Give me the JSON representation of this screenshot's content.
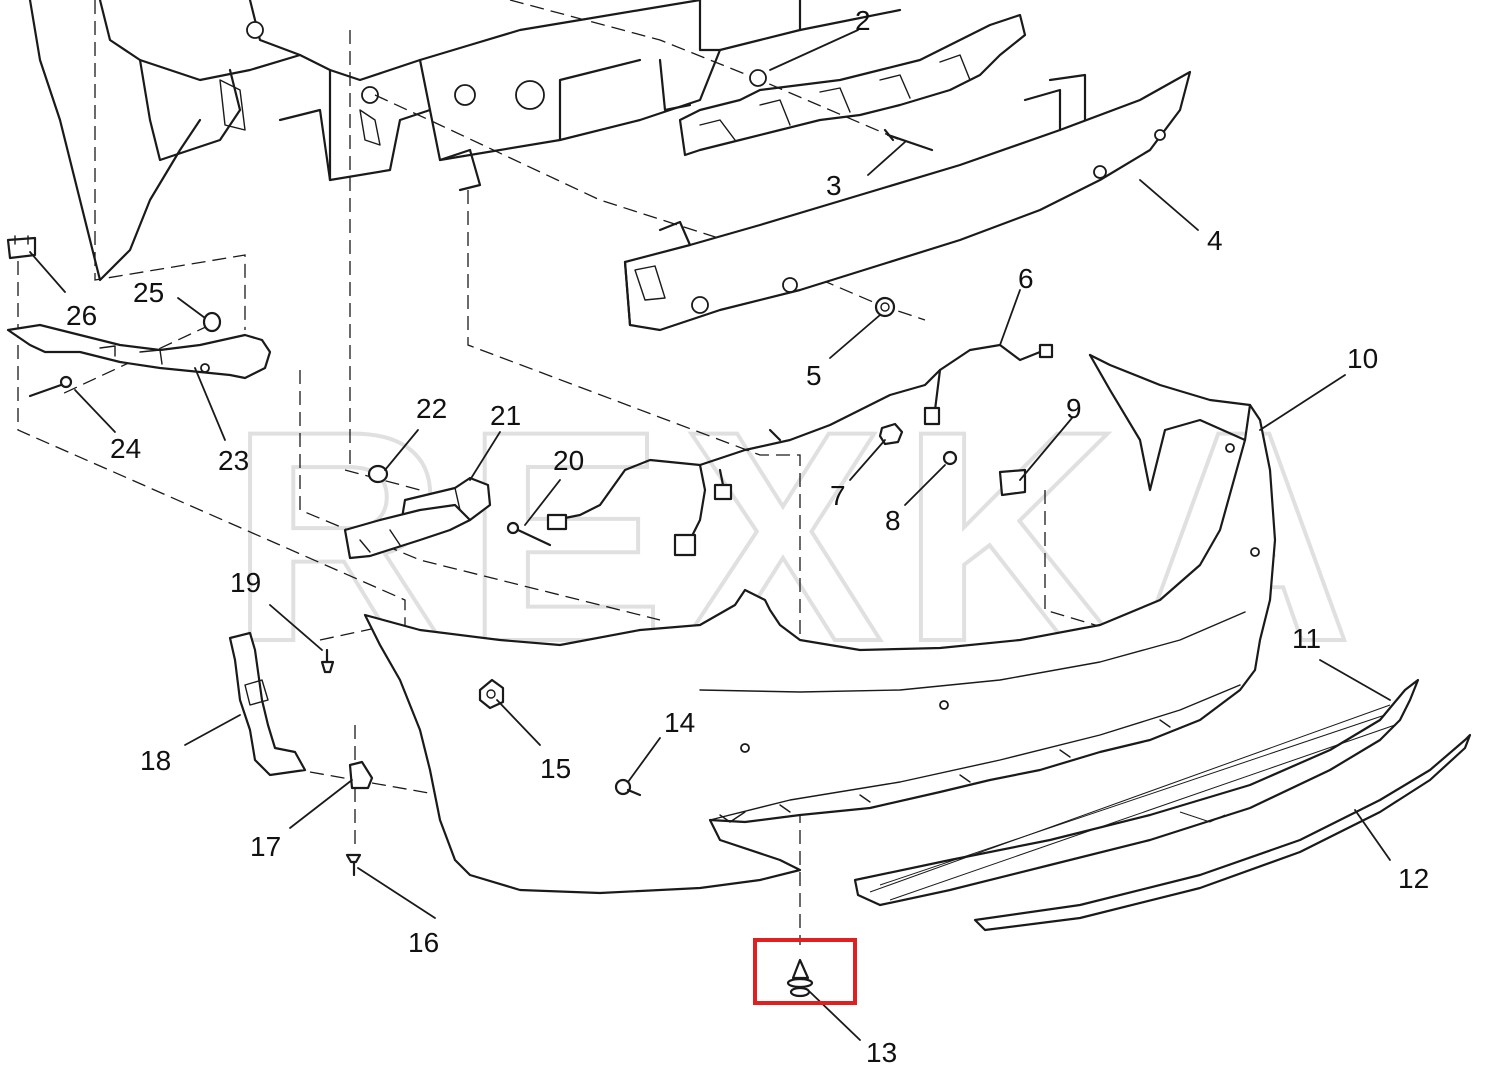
{
  "watermark": "REXKA",
  "highlight_color": "#e02020",
  "callouts": [
    {
      "id": "2",
      "text": "2"
    },
    {
      "id": "3",
      "text": "3"
    },
    {
      "id": "4",
      "text": "4"
    },
    {
      "id": "5",
      "text": "5"
    },
    {
      "id": "6",
      "text": "6"
    },
    {
      "id": "7",
      "text": "7"
    },
    {
      "id": "8",
      "text": "8"
    },
    {
      "id": "9",
      "text": "9"
    },
    {
      "id": "10",
      "text": "10"
    },
    {
      "id": "11",
      "text": "11"
    },
    {
      "id": "12",
      "text": "12"
    },
    {
      "id": "13",
      "text": "13"
    },
    {
      "id": "14",
      "text": "14"
    },
    {
      "id": "15",
      "text": "15"
    },
    {
      "id": "16",
      "text": "16"
    },
    {
      "id": "17",
      "text": "17"
    },
    {
      "id": "18",
      "text": "18"
    },
    {
      "id": "19",
      "text": "19"
    },
    {
      "id": "20",
      "text": "20"
    },
    {
      "id": "21",
      "text": "21"
    },
    {
      "id": "22",
      "text": "22"
    },
    {
      "id": "23",
      "text": "23"
    },
    {
      "id": "24",
      "text": "24"
    },
    {
      "id": "25",
      "text": "25"
    },
    {
      "id": "26",
      "text": "26"
    }
  ]
}
